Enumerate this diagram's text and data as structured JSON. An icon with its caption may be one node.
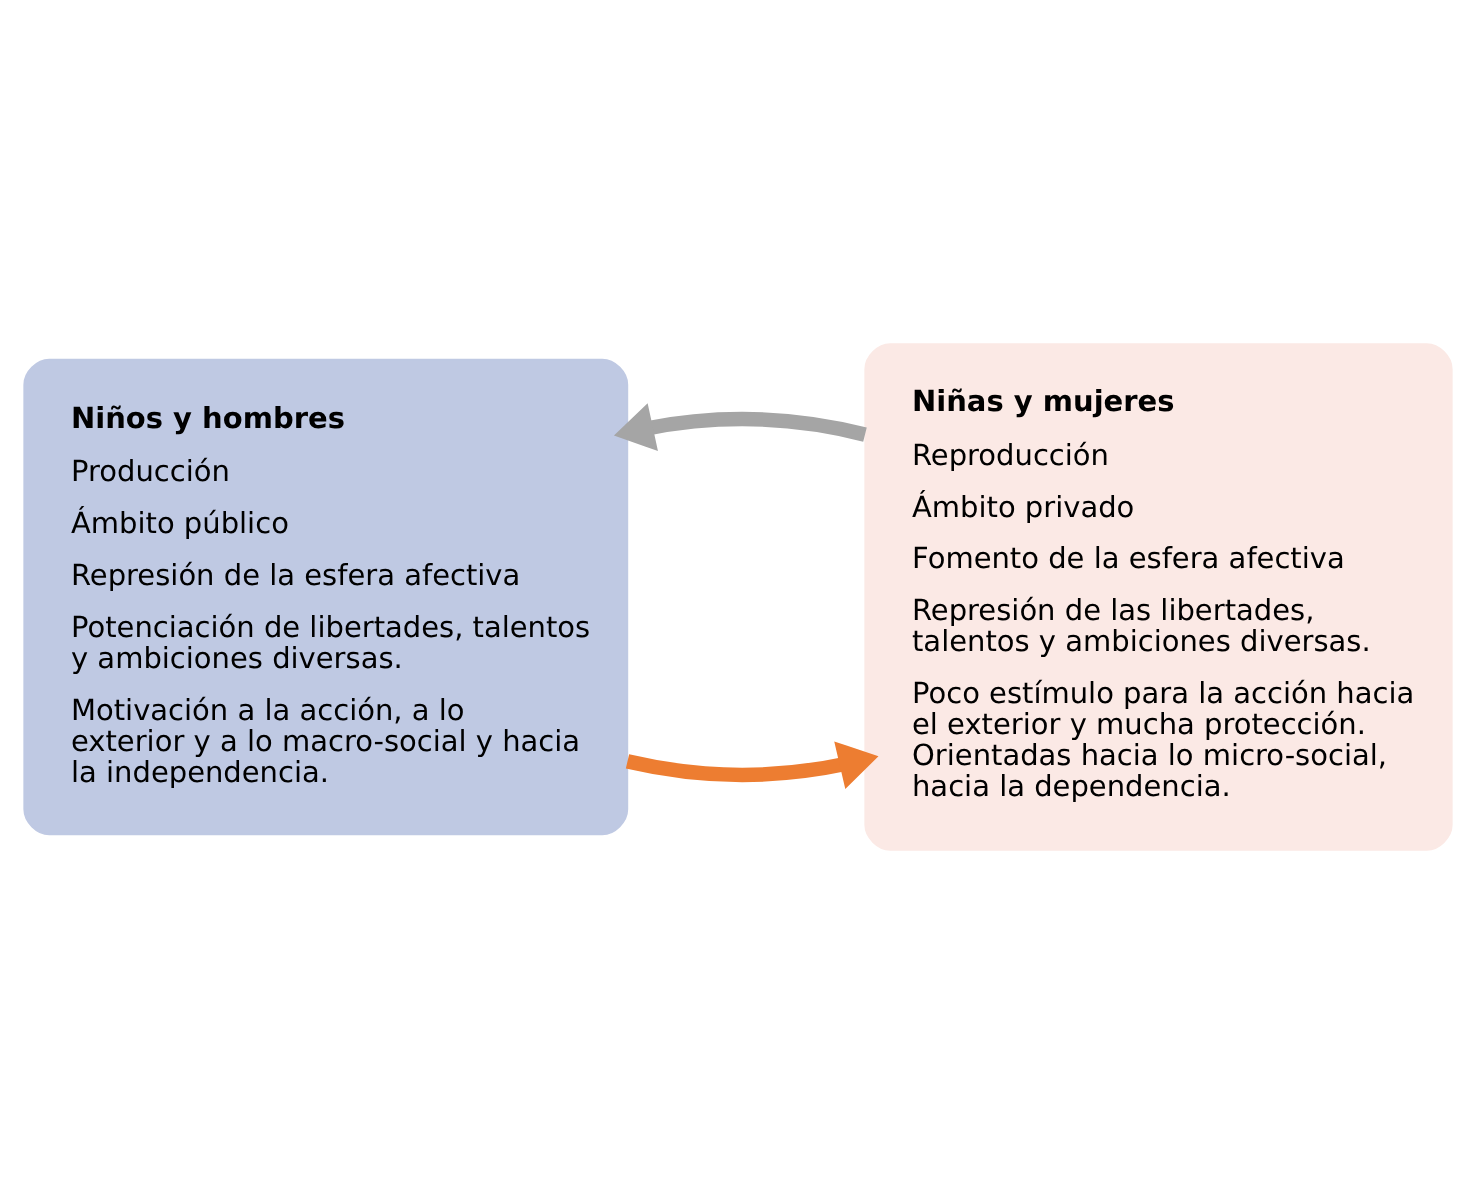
{
  "diagram": {
    "nodes": [
      {
        "text": [
          "Niños y hombres",
          "Producción",
          "Ámbito público",
          "Represión de la esfera afectiva",
          "Potenciación de libertades, talentos y ambiciones diversas.",
          "Motivación a la acción, a lo exterior y a lo macro-social y hacia la independencia."
        ]
      },
      {
        "text": [
          "Niñas y mujeres",
          "Reproducción",
          "Ámbito privado",
          "Fomento de la esfera afectiva",
          "Represión de las libertades, talentos y ambiciones diversas.",
          "Poco estímulo para la acción hacia el exterior y mucha protección. Orientadas hacia lo micro-social, hacia la dependencia."
        ]
      }
    ],
    "edges": [
      {
        "from": 0,
        "to": 1,
        "arrow": "to",
        "color": "#ed7d31"
      },
      {
        "from": 1,
        "to": 0,
        "arrow": "to",
        "color": "#a5a5a5"
      }
    ]
  }
}
